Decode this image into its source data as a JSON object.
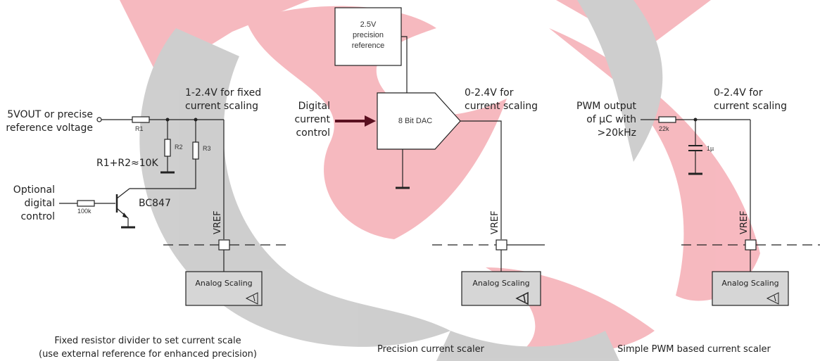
{
  "colors": {
    "accent_pink": "#f0808c",
    "accent_gray": "#a7a7a7",
    "ink": "#222222",
    "scaling_box": "#d6d6d6"
  },
  "left": {
    "input_label_line1": "5VOUT or precise",
    "input_label_line2": "reference voltage",
    "r1": "R1",
    "r2": "R2",
    "r3": "R3",
    "resistor_eq": "R1+R2≈10K",
    "top_label_line1": "1-2.4V for fixed",
    "top_label_line2": "current scaling",
    "opt_line1": "Optional",
    "opt_line2": "digital",
    "opt_line3": "control",
    "r_base": "100k",
    "transistor": "BC847",
    "vref": "VREF",
    "scaling_label": "Analog Scaling",
    "caption_line1": "Fixed resistor divider to set current scale",
    "caption_line2": "(use external reference for enhanced precision)"
  },
  "middle": {
    "ref_line1": "2.5V",
    "ref_line2": "precision",
    "ref_line3": "reference",
    "dac_label": "8 Bit DAC",
    "in_line1": "Digital",
    "in_line2": "current",
    "in_line3": "control",
    "out_line1": "0-2.4V for",
    "out_line2": "current scaling",
    "vref": "VREF",
    "scaling_label": "Analog Scaling",
    "caption": "Precision current scaler"
  },
  "right": {
    "in_line1": "PWM output",
    "in_line2": "of µC with",
    "in_line3": ">20kHz",
    "r": "22k",
    "c": "1µ",
    "out_line1": "0-2.4V for",
    "out_line2": "current scaling",
    "vref": "VREF",
    "scaling_label": "Analog Scaling",
    "caption": "Simple PWM based current scaler"
  }
}
